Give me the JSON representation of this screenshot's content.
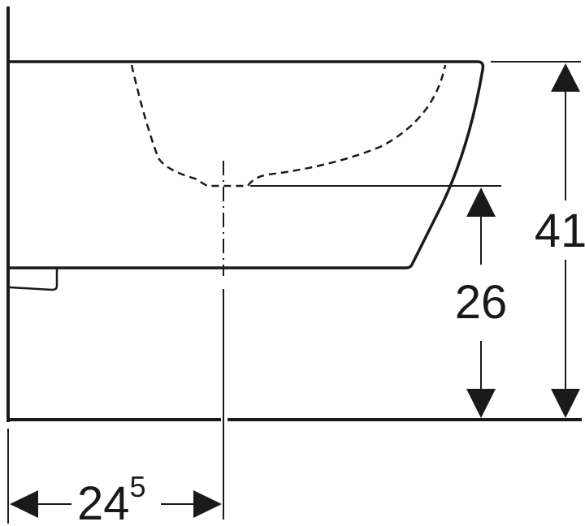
{
  "diagram": {
    "type": "technical-dimension-drawing",
    "subject": "wall-hung sanitary fixture, side view",
    "dimensions": {
      "total_height": {
        "value": "41",
        "orientation": "vertical"
      },
      "outlet_height": {
        "value": "26",
        "orientation": "vertical"
      },
      "outlet_distance_from_wall": {
        "value": "24",
        "superscript": "5",
        "orientation": "horizontal"
      }
    },
    "colors": {
      "line": "#1a1a1a",
      "background": "#ffffff"
    }
  }
}
